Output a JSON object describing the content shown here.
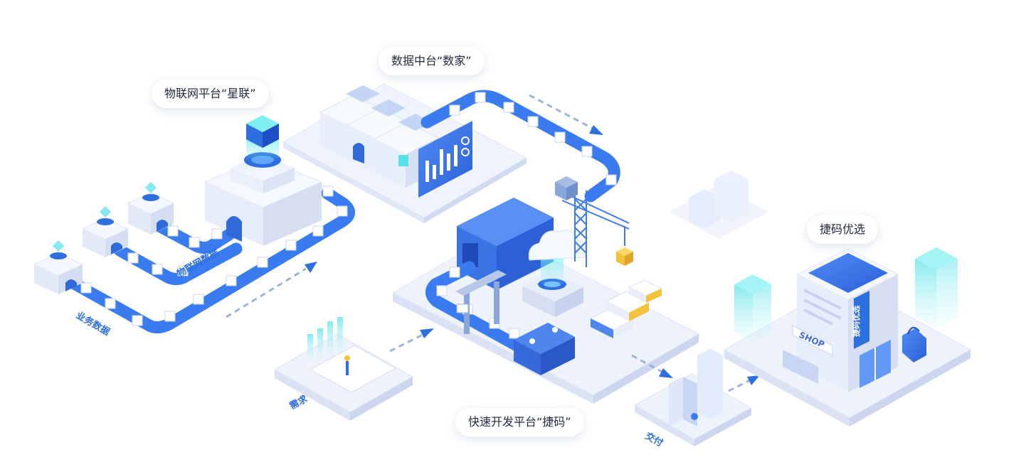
{
  "callouts": {
    "iot_platform": "物联网平台“星联”",
    "data_platform": "数据中台“数家”",
    "dev_platform": "快速开发平台“捷码”",
    "store": "捷码优选"
  },
  "flow_labels": {
    "business_data": "业务数据",
    "iot_data": "物联网数据",
    "demand": "需求",
    "delivery": "交付"
  },
  "store_sign": {
    "vertical": "捷码优选",
    "shop": "SHOP"
  },
  "colors": {
    "primary_blue": "#2e6fe0",
    "belt_blue": "#3a7bf0",
    "platform_light": "#eef2fb",
    "platform_side": "#d5ddf1",
    "cyan_glow": "#56e0e8",
    "gold": "#f3c23c"
  }
}
